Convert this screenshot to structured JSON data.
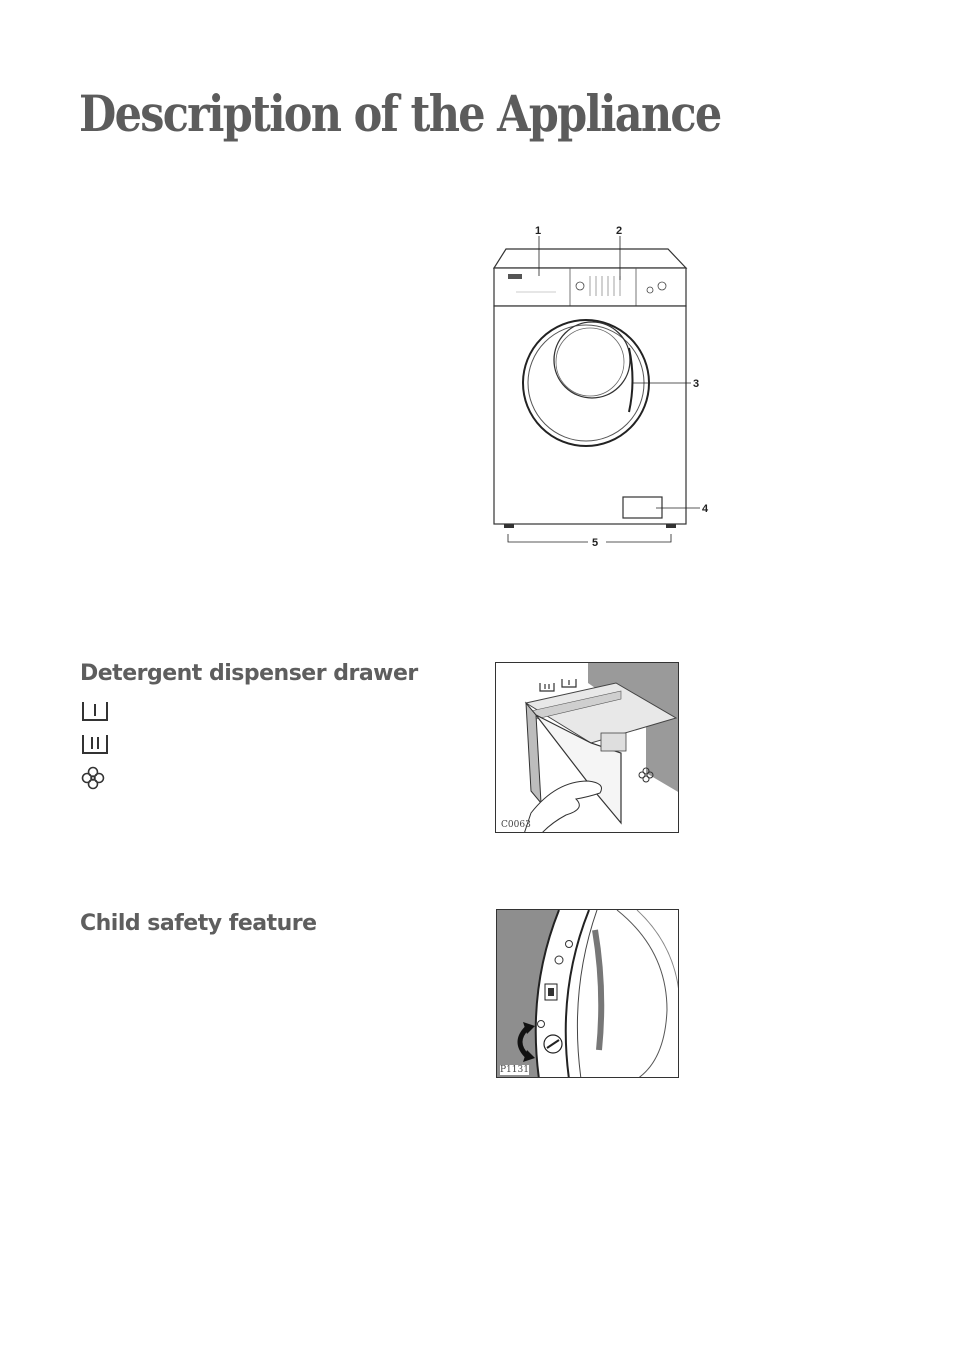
{
  "page_title": "Description of the Appliance",
  "appliance_figure": {
    "callouts": [
      "1",
      "2",
      "3",
      "4",
      "5"
    ]
  },
  "detergent_section": {
    "heading": "Detergent dispenser drawer",
    "symbols": [
      "prewash-compartment-icon",
      "main-wash-compartment-icon",
      "fabric-softener-icon"
    ],
    "figure_code": "C0063"
  },
  "child_safety_section": {
    "heading": "Child safety feature",
    "figure_code": "P1131"
  }
}
